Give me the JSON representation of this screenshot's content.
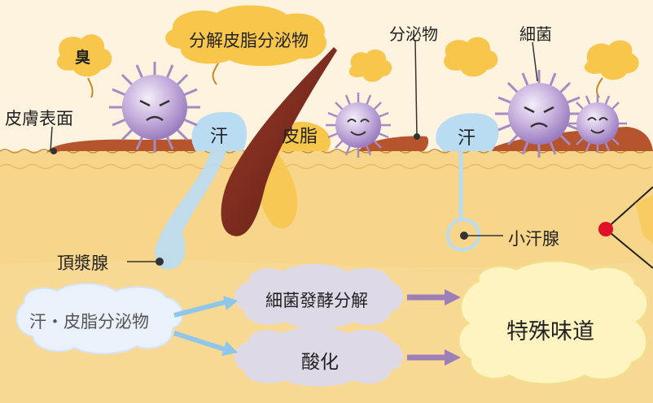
{
  "labels": {
    "odor": "臭",
    "decompose_sebum": "分解皮脂分泌物",
    "secretion": "分泌物",
    "bacteria": "細菌",
    "skin_surface": "皮膚表面",
    "sweat_left": "汗",
    "sebum": "皮脂",
    "sweat_right": "汗",
    "apocrine_gland": "頂漿腺",
    "eccrine_gland": "小汗腺"
  },
  "flow": {
    "source": "汗・皮脂分泌物",
    "process_top": "細菌發酵分解",
    "process_bottom": "酸化",
    "result": "特殊味道"
  },
  "colors": {
    "background": "#fdf3df",
    "skin_layer": "#f7d58a",
    "bubble_yellow": "#f8c64a",
    "sweat_blue": "#b9dcf3",
    "bacteria_purple": "#b79ad0",
    "hair_brown": "#7a2a1e",
    "arrow_purple": "#9b7fb6",
    "arrow_blue": "#8fc6ea",
    "marker_red": "#e0102a"
  }
}
